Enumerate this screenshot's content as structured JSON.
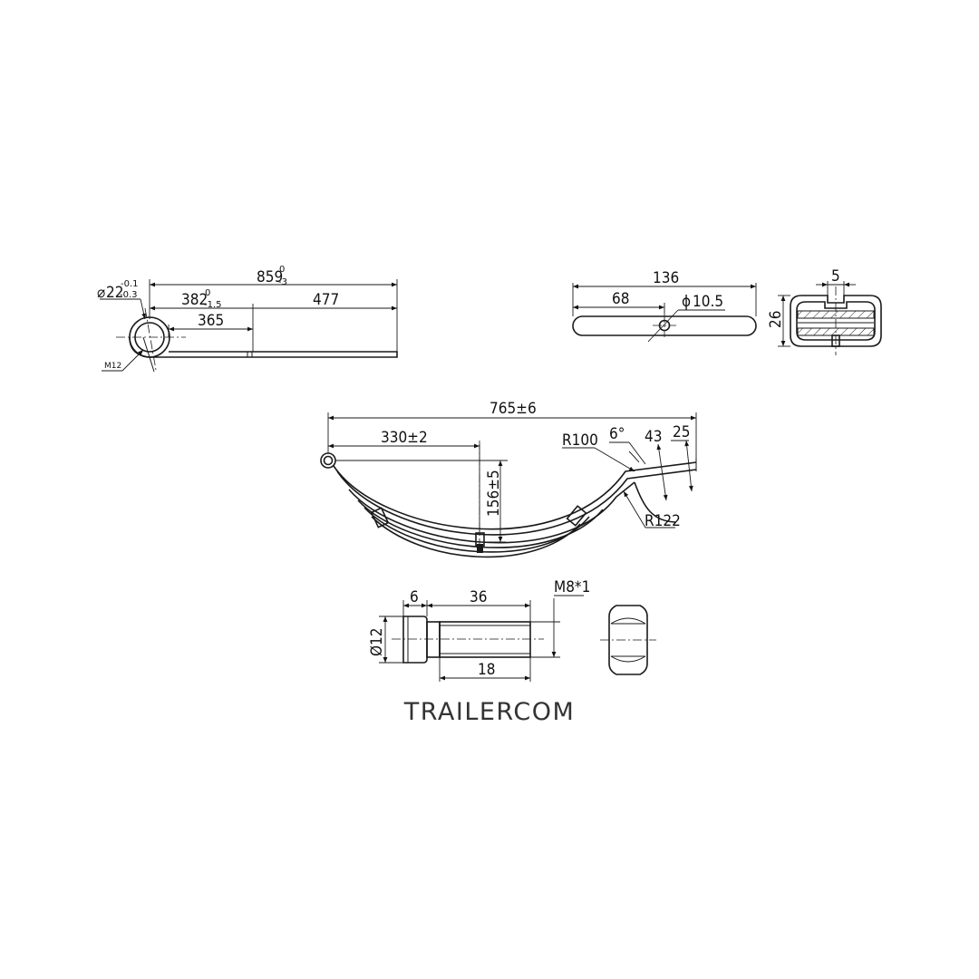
{
  "brand": "TRAILERCOM",
  "top_leaf": {
    "eye_diameter": "22",
    "eye_tol_upper": "-0.1",
    "eye_tol_lower": "-0.3",
    "overall_length": "859",
    "overall_tol_upper": "0",
    "overall_tol_lower": "-3",
    "seat_offset": "382",
    "seat_tol_upper": "0",
    "seat_tol_lower": "-1.5",
    "inner_length": "365",
    "rear_length": "477",
    "bolt_label": "M12"
  },
  "plate": {
    "length": "136",
    "hole_offset": "68",
    "hole_diameter": "10.5",
    "phi": "ϕ"
  },
  "clip": {
    "width": "5",
    "height": "26"
  },
  "spring": {
    "span": "765±6",
    "center_offset": "330±2",
    "camber": "156±5",
    "upper_radius": "R100",
    "lower_radius": "R122",
    "angle": "6°",
    "tail_length": "43",
    "tail_end": "25"
  },
  "bolt": {
    "head_length": "6",
    "shank_length": "36",
    "thread_length": "18",
    "diameter": "12",
    "thread_spec": "M8*1",
    "phi": "Ø"
  }
}
